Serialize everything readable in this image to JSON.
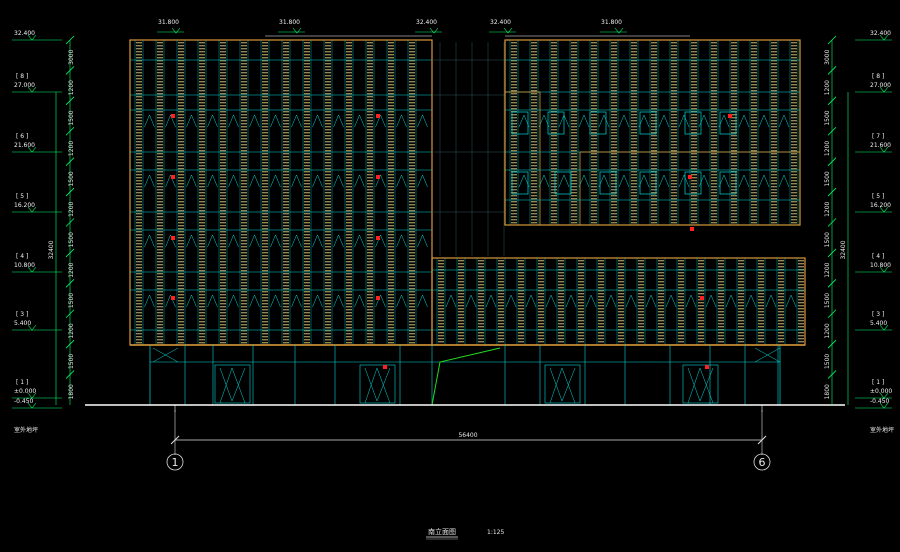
{
  "drawing": {
    "background": "#000000",
    "colors": {
      "facade_frame": "#d89a3a",
      "mullion": "#00d8d8",
      "panel_hatch": "#c8b070",
      "ground": "#ffffff",
      "dimension": "#e0e0e0",
      "level_marker": "#00ff66",
      "marker_red": "#ff2020",
      "entrance_line": "#22dd22"
    },
    "title": {
      "label": "南立面图",
      "scale": "1:125"
    },
    "axes": [
      {
        "label": "1"
      },
      {
        "label": "6"
      }
    ],
    "overall_dimension": "56400",
    "left_levels": [
      {
        "tag": "",
        "value": "32.400"
      },
      {
        "tag": "[ 8 ]",
        "value": "27.000"
      },
      {
        "tag": "[ 6 ]",
        "value": "21.600"
      },
      {
        "tag": "[ 5 ]",
        "value": "16.200"
      },
      {
        "tag": "[ 4 ]",
        "value": "10.800"
      },
      {
        "tag": "[ 3 ]",
        "value": "5.400"
      },
      {
        "tag": "[ 1 ]",
        "value": "±0.000"
      },
      {
        "tag": "",
        "value": "-0.450"
      }
    ],
    "right_levels": [
      {
        "tag": "",
        "value": "32.400"
      },
      {
        "tag": "[ 8 ]",
        "value": "27.000"
      },
      {
        "tag": "[ 7 ]",
        "value": "21.600"
      },
      {
        "tag": "[ 5 ]",
        "value": "16.200"
      },
      {
        "tag": "[ 4 ]",
        "value": "10.800"
      },
      {
        "tag": "[ 3 ]",
        "value": "5.400"
      },
      {
        "tag": "[ 1 ]",
        "value": "±0.000"
      },
      {
        "tag": "",
        "value": "-0.450"
      }
    ],
    "roof_marks": [
      {
        "value": "31.800"
      },
      {
        "value": "31.800"
      },
      {
        "value": "32.400"
      },
      {
        "value": "32.400"
      },
      {
        "value": "31.800"
      }
    ],
    "left_dims_small": [
      "3000",
      "1200",
      "1500",
      "1200",
      "1500",
      "1200",
      "1500",
      "1200",
      "1500",
      "1200",
      "1500",
      "1800"
    ],
    "left_dim_total": "32400",
    "right_dims_small": [
      "3000",
      "1200",
      "1500",
      "1200",
      "1500",
      "1200",
      "1500",
      "1200",
      "1500",
      "1200",
      "1500",
      "1800"
    ],
    "right_dim_total": "32400",
    "ground_label_left": "室外地坪",
    "ground_label_right": "室外地坪"
  }
}
